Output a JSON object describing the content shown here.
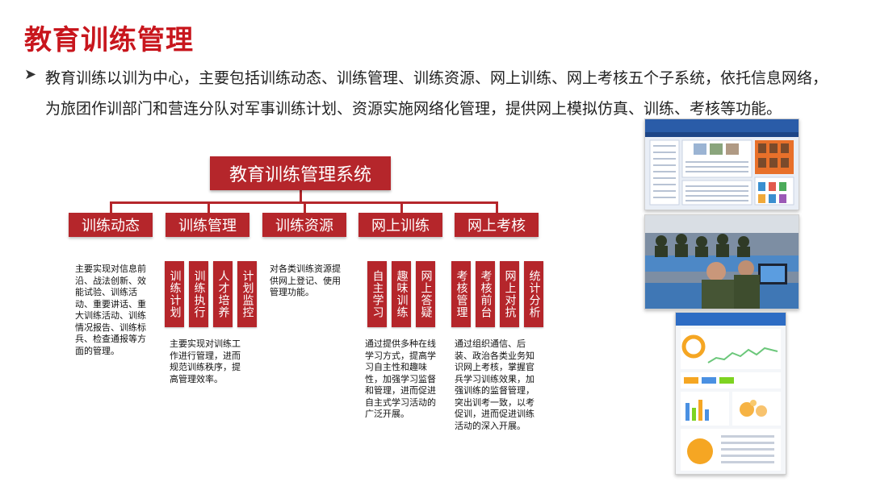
{
  "title": "教育训练管理",
  "intro": "教育训练以训为中心，主要包括训练动态、训练管理、训练资源、网上训练、网上考核五个子系统，依托信息网络，为旅团作训部门和营连分队对军事训练计划、资源实施网络化管理，提供网上模拟仿真、训练、考核等功能。",
  "diagram": {
    "root": "教育训练管理系统",
    "categories": [
      {
        "label": "训练动态",
        "subs": [],
        "description": "主要实现对信息前沿、战法创新、效能试验、训练活动、重要讲话、重大训练活动、训练情况报告、训练标兵、检查通报等方面的管理。"
      },
      {
        "label": "训练管理",
        "subs": [
          "训练计划",
          "训练执行",
          "人才培养",
          "计划监控"
        ],
        "description": "主要实现对训练工作进行管理，进而规范训练秩序，提高管理效率。"
      },
      {
        "label": "训练资源",
        "subs": [],
        "description": "对各类训练资源提供网上登记、使用管理功能。"
      },
      {
        "label": "网上训练",
        "subs": [
          "自主学习",
          "趣味训练",
          "网上答疑"
        ],
        "description": "通过提供多种在线学习方式，提高学习自主性和趣味性，加强学习监督和管理，进而促进自主式学习活动的广泛开展。"
      },
      {
        "label": "网上考核",
        "subs": [
          "考核管理",
          "考核前台",
          "网上对抗",
          "统计分析"
        ],
        "description": "通过组织通信、后装、政治各类业务知识网上考核，掌握官兵学习训练效果，加强训练的监督管理，突出训考一致，以考促训，进而促进训练活动的深入开展。"
      }
    ]
  },
  "colors": {
    "accent": "#c8161d",
    "box": "#b5262b"
  }
}
